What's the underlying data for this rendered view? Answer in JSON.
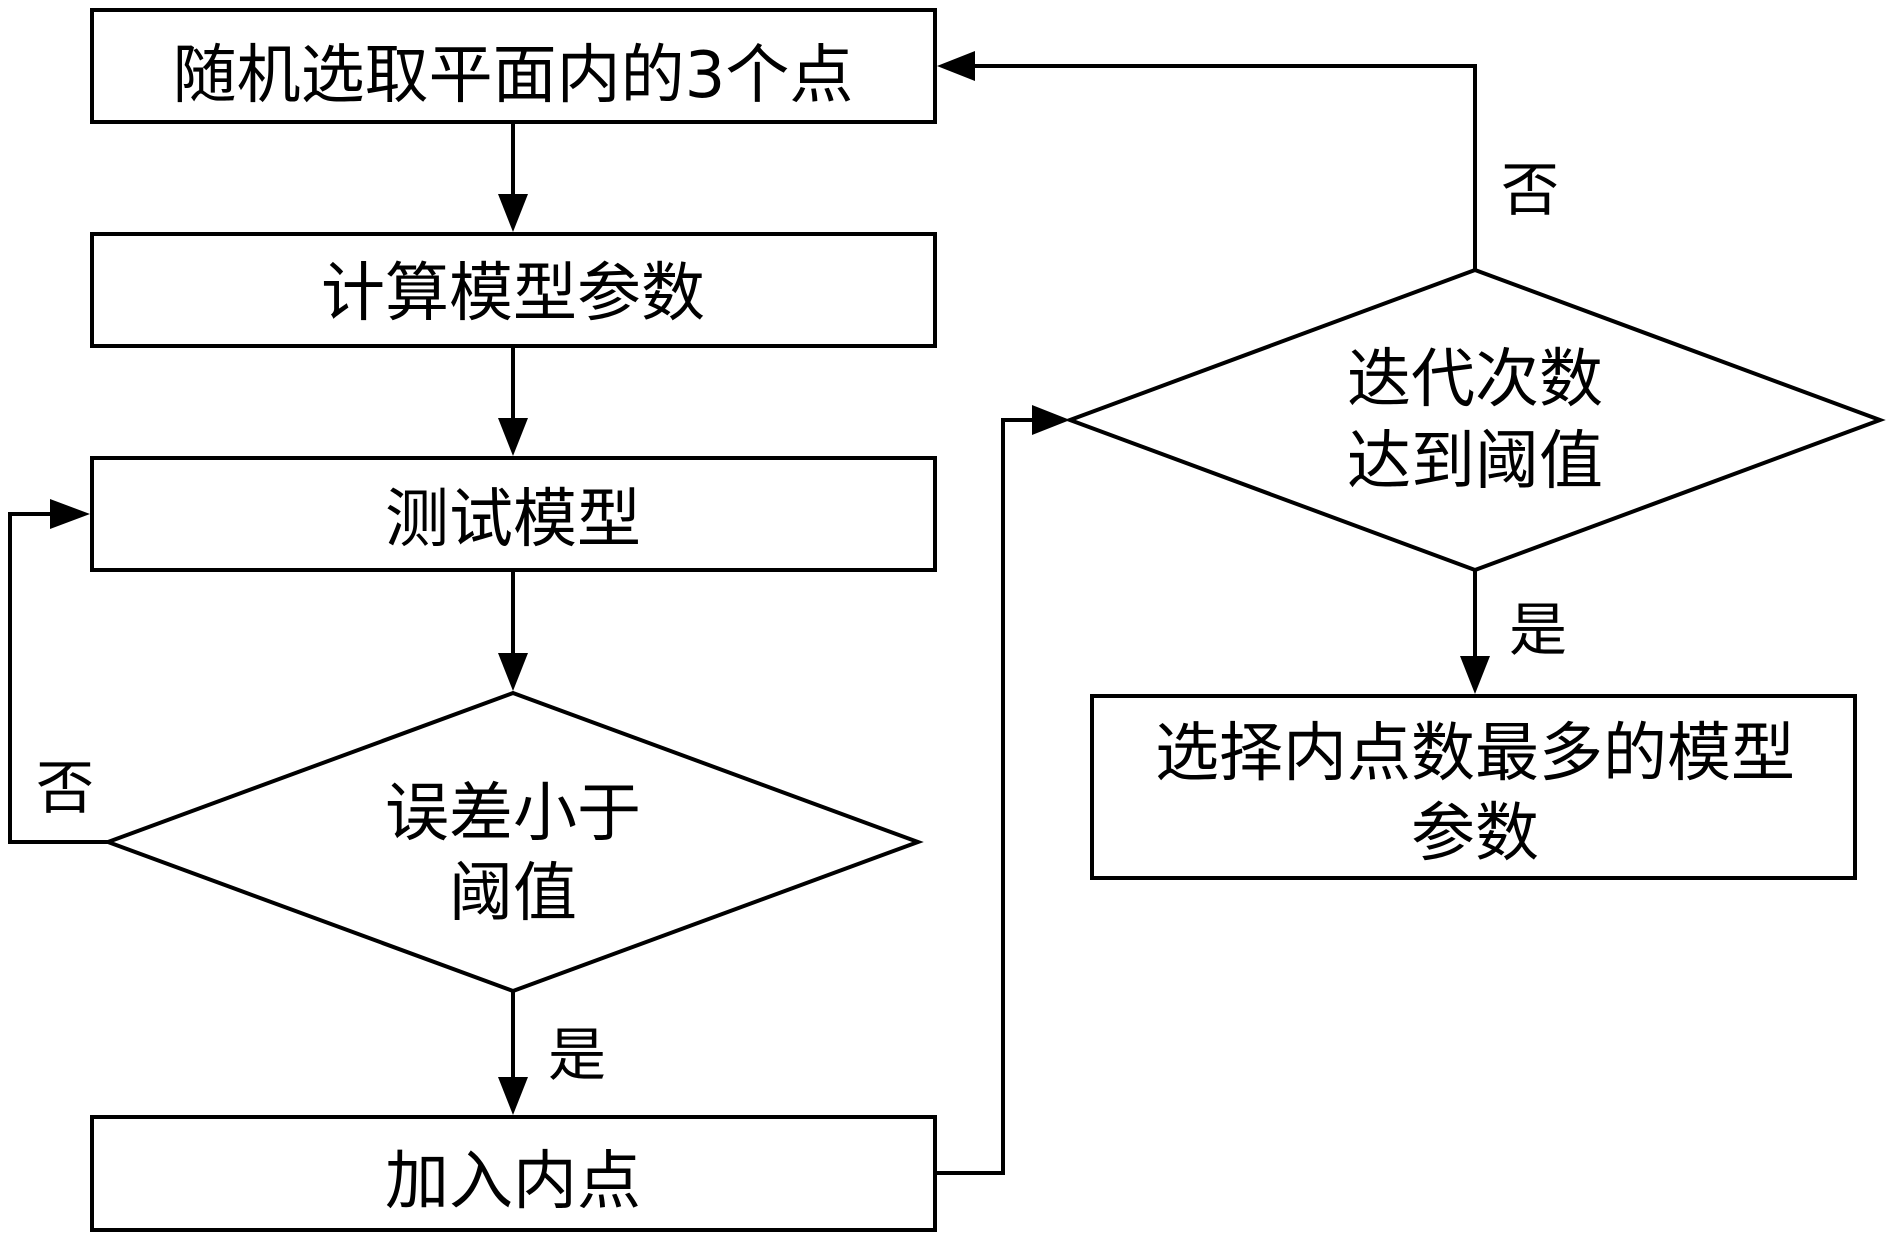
{
  "nodes": {
    "select_points": "随机选取平面内的3个点",
    "compute_params": "计算模型参数",
    "test_model": "测试模型",
    "error_check_line1": "误差小于",
    "error_check_line2": "阈值",
    "add_inlier": "加入内点",
    "iter_check_line1": "迭代次数",
    "iter_check_line2": "达到阈值",
    "choose_best_line1": "选择内点数最多的模型",
    "choose_best_line2": "参数"
  },
  "edges": {
    "yes": "是",
    "no": "否"
  }
}
